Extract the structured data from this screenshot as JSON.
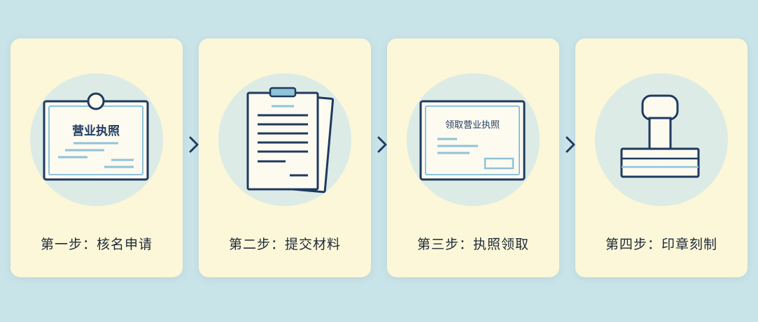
{
  "steps": [
    {
      "label": "第一步：核名申请",
      "icon": "business-license-icon",
      "icon_text": "营业执照"
    },
    {
      "label": "第二步：提交材料",
      "icon": "clipboard-documents-icon"
    },
    {
      "label": "第三步：执照领取",
      "icon": "license-certificate-icon",
      "icon_text": "领取营业执照"
    },
    {
      "label": "第四步：印章刻制",
      "icon": "stamp-icon"
    }
  ],
  "arrow_icon": "chevron-right-icon",
  "colors": {
    "background": "#c9e4e8",
    "card": "#fbf7d8",
    "disc": "#dcebe6",
    "ink": "#1f3a5f",
    "accent": "#8fc3d9"
  }
}
